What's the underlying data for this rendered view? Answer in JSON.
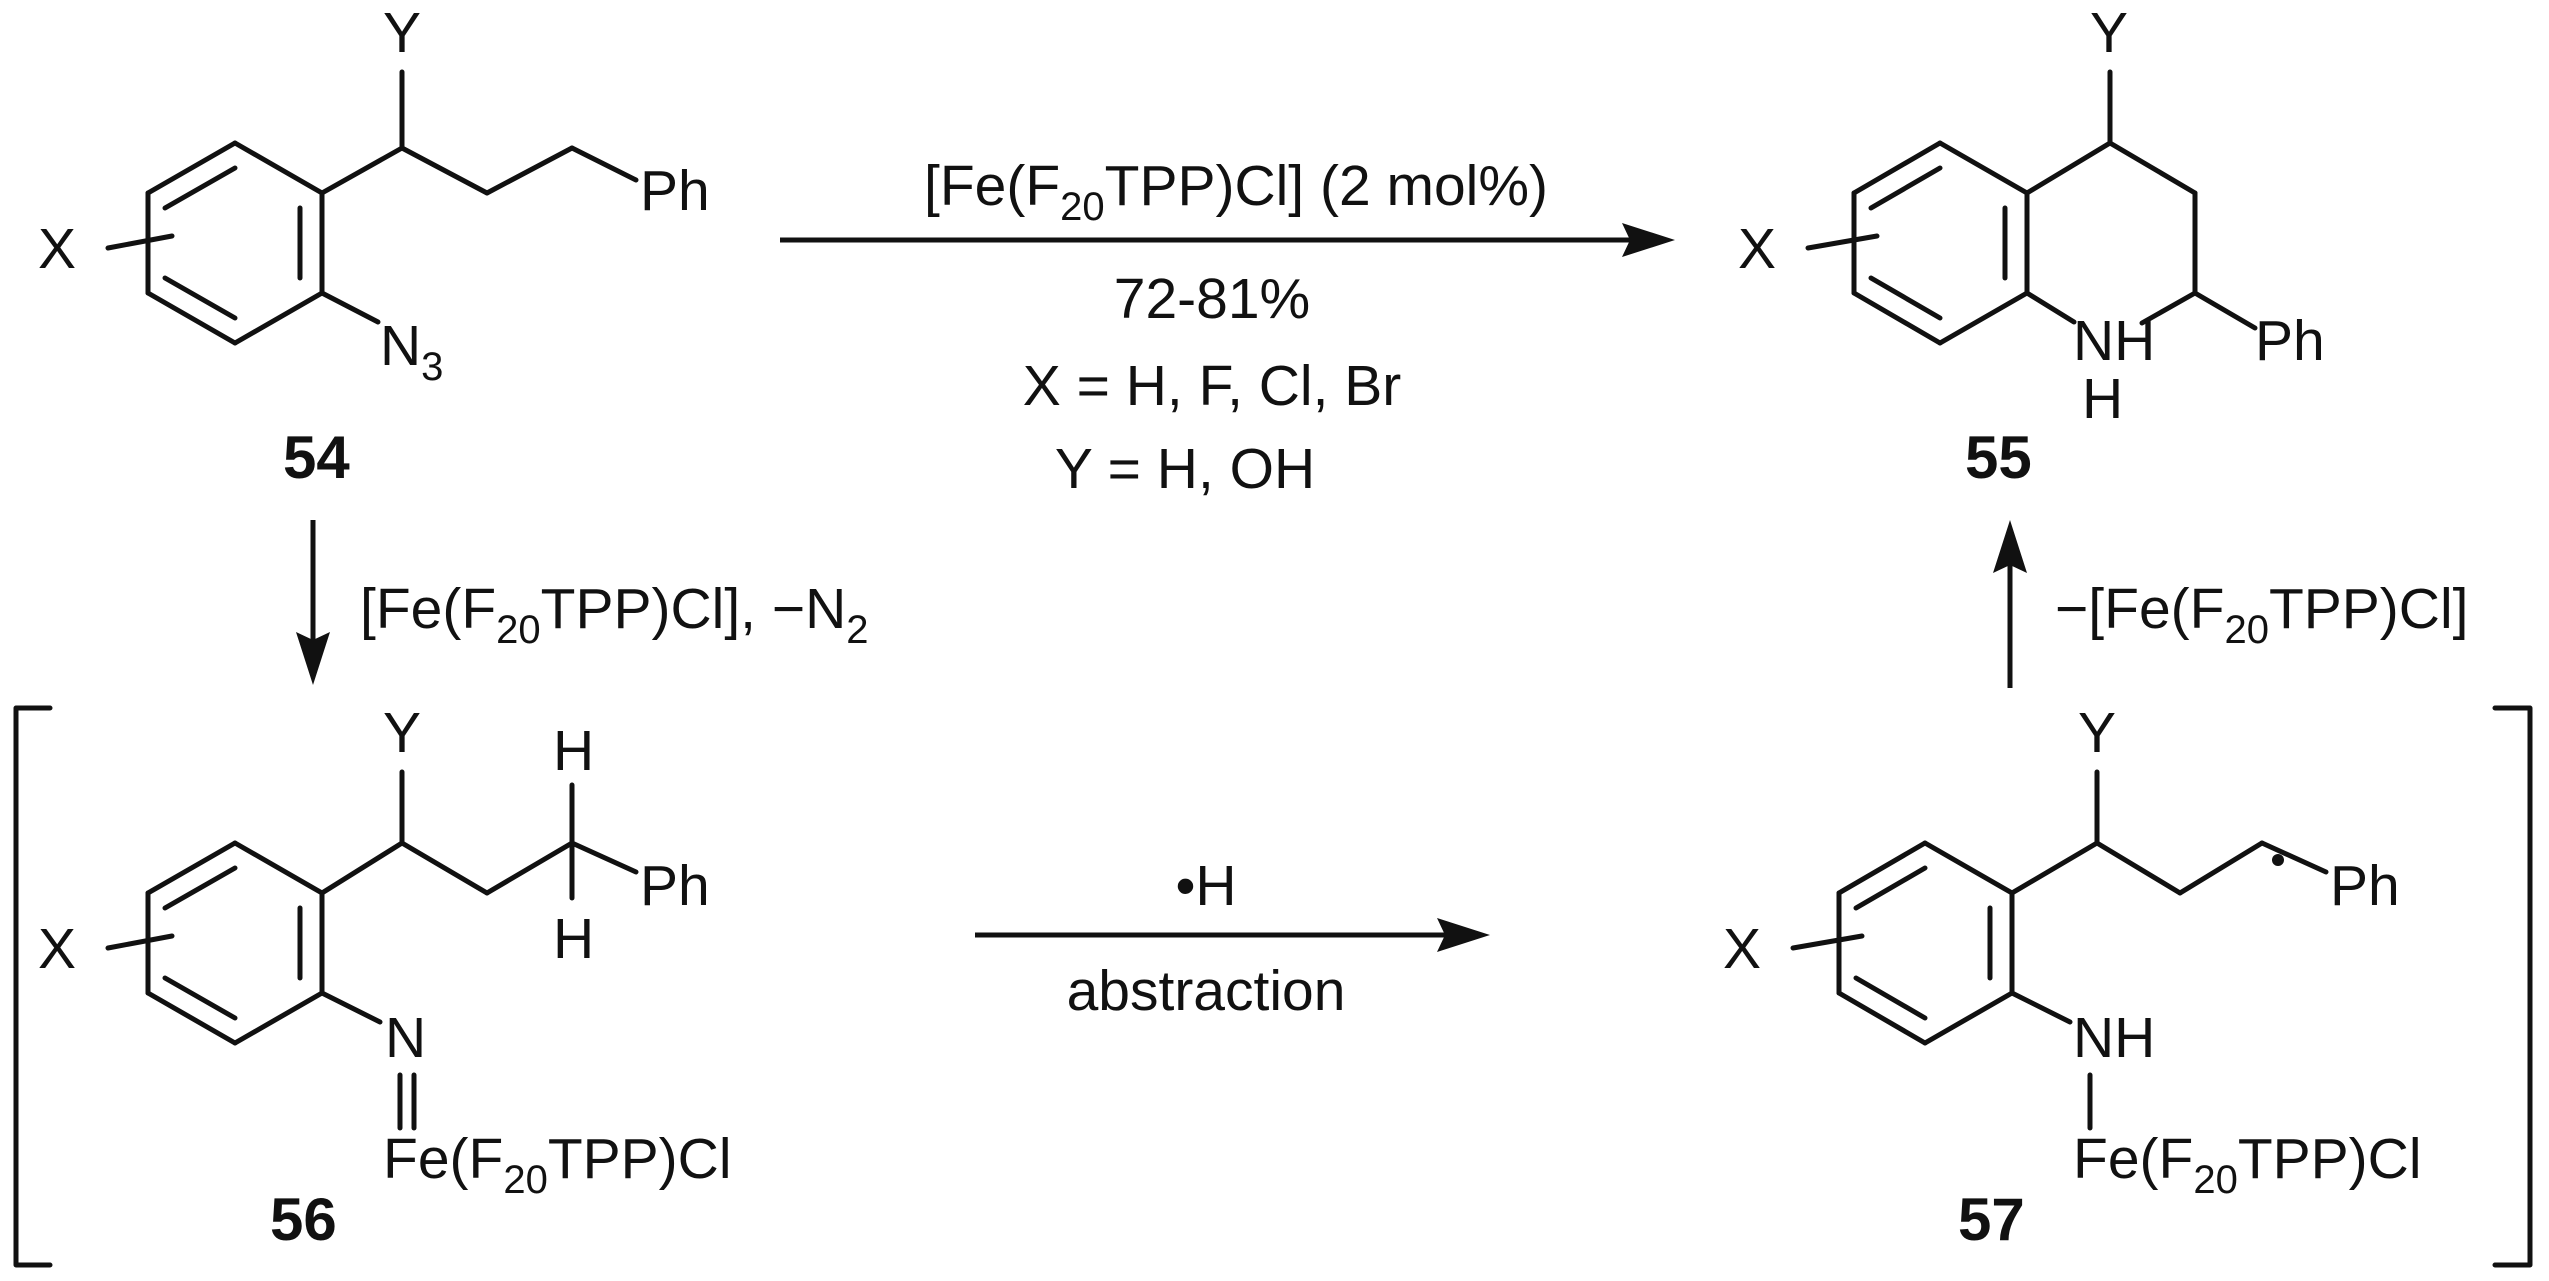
{
  "compounds": {
    "c54": {
      "number": "54",
      "x": "X",
      "y": "Y",
      "ph": "Ph",
      "n3": "N",
      "n3_sub": "3"
    },
    "c55": {
      "number": "55",
      "x": "X",
      "y": "Y",
      "ph": "Ph",
      "nh_n": "NH",
      "nh_h": "H"
    },
    "c56": {
      "number": "56",
      "x": "X",
      "y": "Y",
      "ph": "Ph",
      "h_top": "H",
      "h_bottom": "H",
      "n": "N",
      "fe_pre": "Fe(F",
      "fe_sub": "20",
      "fe_post": "TPP)Cl"
    },
    "c57": {
      "number": "57",
      "x": "X",
      "y": "Y",
      "ph": "Ph",
      "nh": "NH",
      "fe_pre": "Fe(F",
      "fe_sub": "20",
      "fe_post": "TPP)Cl"
    }
  },
  "conditions": {
    "top": {
      "cat_pre": "[Fe(F",
      "cat_sub": "20",
      "cat_post": "TPP)Cl] (2 mol%)",
      "yield": "72-81%",
      "x_def": "X = H, F, Cl, Br",
      "y_def": "Y = H, OH"
    },
    "left": {
      "pre": "[Fe(F",
      "sub1": "20",
      "mid": "TPP)Cl], −N",
      "sub2": "2"
    },
    "right": {
      "pre": "−[Fe(F",
      "sub": "20",
      "post": "TPP)Cl]"
    },
    "middle": {
      "top": "•H",
      "bottom": "abstraction"
    }
  }
}
